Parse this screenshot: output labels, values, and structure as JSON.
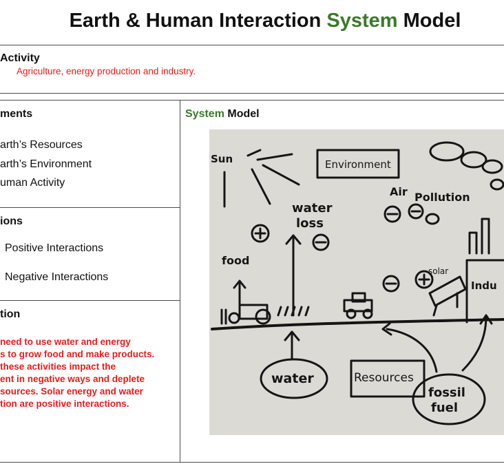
{
  "title": {
    "part1": "Earth & Human Interaction ",
    "part2": "System",
    "part3": " Model"
  },
  "activity": {
    "heading": "Activity",
    "text": "Agriculture, energy production and industry."
  },
  "elements": {
    "heading": "ments",
    "items": [
      "arth’s Resources",
      "arth’s Environment",
      "uman Activity"
    ]
  },
  "interactions": {
    "heading": "ions",
    "items": [
      "Positive Interactions",
      "Negative Interactions"
    ]
  },
  "explanation": {
    "heading": "tion",
    "lines": [
      "need to use water and energy",
      "s to grow food and make products.",
      "these activities impact the",
      "ent in negative ways and deplete",
      "sources.  Solar energy and water",
      "tion are positive interactions."
    ]
  },
  "system_model": {
    "label_green": "System",
    "label_rest": " Model"
  },
  "drawing": {
    "labels": {
      "sun": "Sun",
      "environment": "Environment",
      "air": "Air",
      "pollution": "Pollution",
      "water_loss_1": "water",
      "water_loss_2": "loss",
      "food": "food",
      "solar": "solar",
      "industry": "Indu",
      "water": "water",
      "resources": "Resources",
      "fossil": "fossil",
      "fuel": "fuel"
    }
  },
  "colors": {
    "accent_green": "#3b7a2a",
    "accent_red": "#e0201e",
    "ink": "#111111"
  }
}
